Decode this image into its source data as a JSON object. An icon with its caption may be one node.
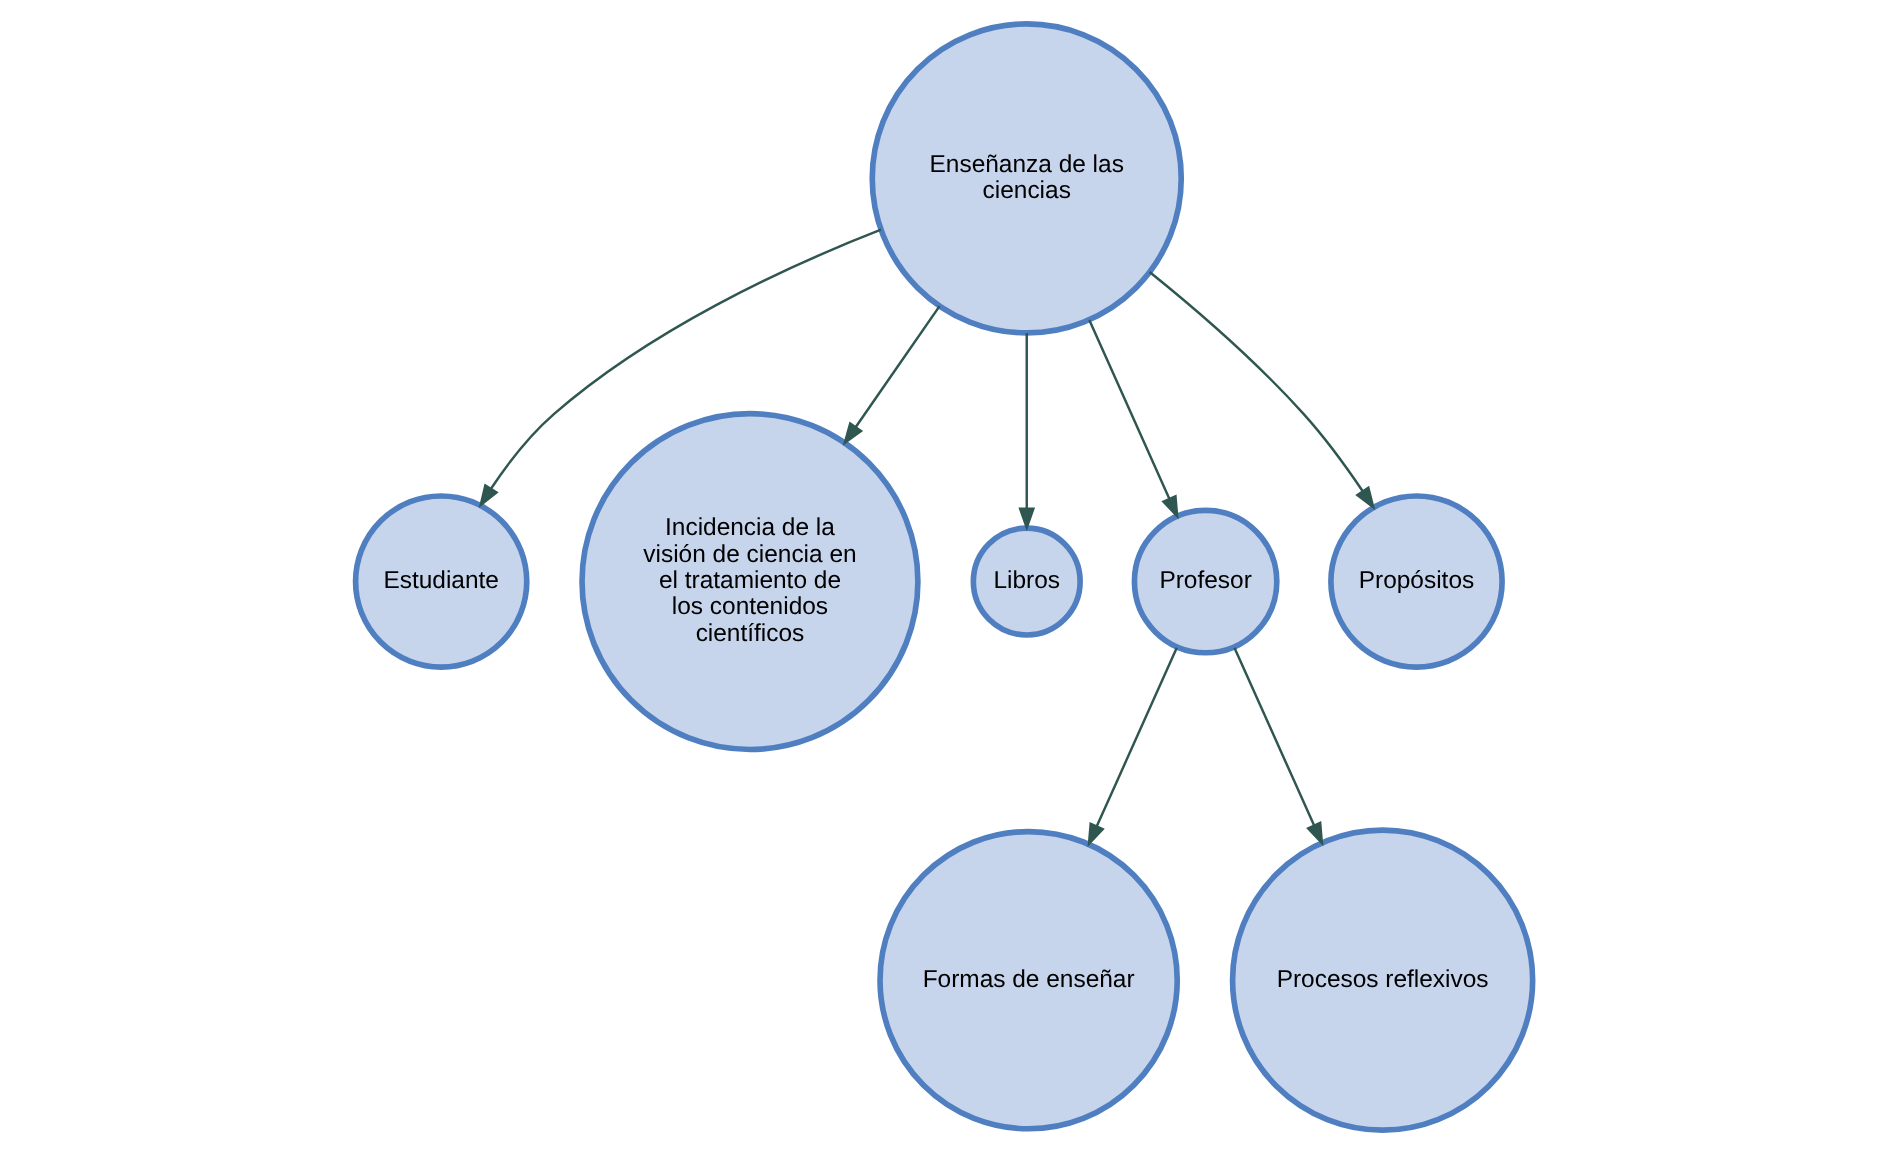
{
  "diagram": {
    "nodes": [
      {
        "text": [
          "Enseñanza de las ciencias"
        ]
      },
      {
        "text": [
          "Estudiante"
        ]
      },
      {
        "text": [
          "Incidencia de la visión de ciencia en el tratamiento de los contenidos científicos"
        ]
      },
      {
        "text": [
          "Libros"
        ]
      },
      {
        "text": [
          "Profesor"
        ]
      },
      {
        "text": [
          "Propósitos"
        ]
      },
      {
        "text": [
          "Formas de enseñar"
        ]
      },
      {
        "text": [
          "Procesos reflexivos"
        ]
      }
    ],
    "edges": [
      {
        "from": 0,
        "to": 1,
        "arrow": "to"
      },
      {
        "from": 0,
        "to": 2,
        "arrow": "to"
      },
      {
        "from": 0,
        "to": 3,
        "arrow": "to"
      },
      {
        "from": 0,
        "to": 4,
        "arrow": "to"
      },
      {
        "from": 0,
        "to": 5,
        "arrow": "to"
      },
      {
        "from": 4,
        "to": 6,
        "arrow": "to"
      },
      {
        "from": 4,
        "to": 7,
        "arrow": "to"
      }
    ]
  }
}
